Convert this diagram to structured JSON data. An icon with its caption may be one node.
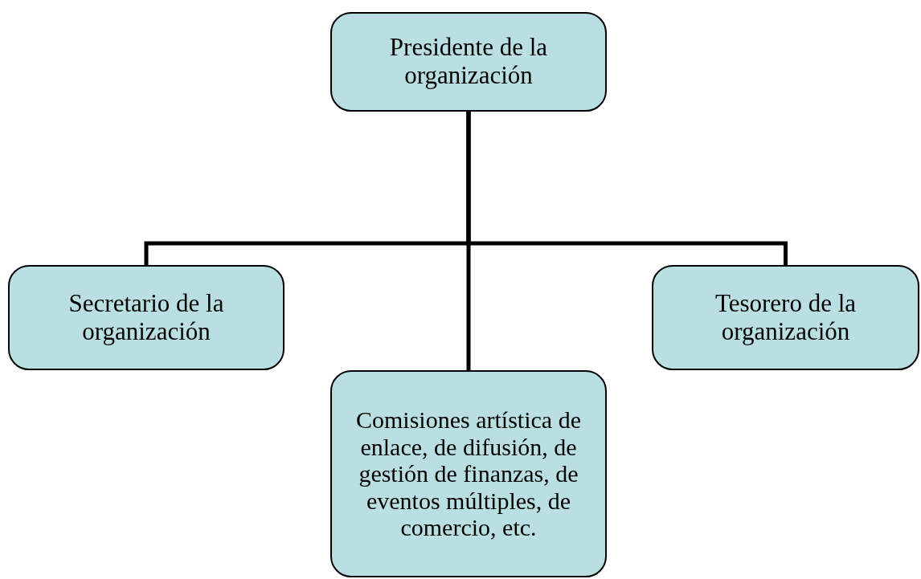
{
  "diagram": {
    "nodes": [
      {
        "text": [
          "Presidente de la organización"
        ]
      },
      {
        "text": [
          "Secretario de la organización"
        ]
      },
      {
        "text": [
          "Tesorero de la organización"
        ]
      },
      {
        "text": [
          "Comisiones artística de enlace, de difusión, de gestión de finanzas, de eventos múltiples, de comercio, etc."
        ]
      }
    ],
    "edges": [
      {
        "from": 0,
        "to": 1,
        "arrow": "none"
      },
      {
        "from": 0,
        "to": 2,
        "arrow": "none"
      },
      {
        "from": 0,
        "to": 3,
        "arrow": "none"
      }
    ]
  }
}
